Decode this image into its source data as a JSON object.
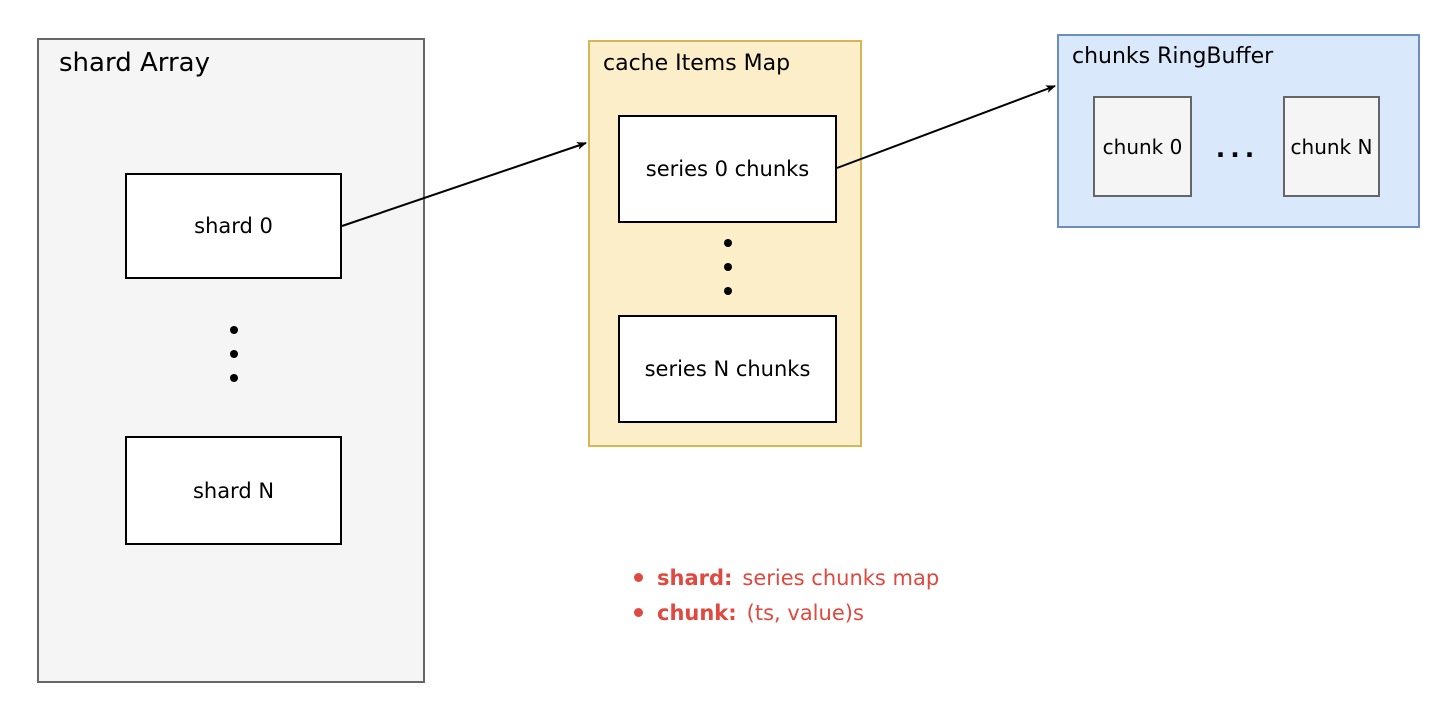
{
  "shard_array": {
    "title": "shard Array",
    "items": [
      "shard 0",
      "shard N"
    ]
  },
  "cache_items_map": {
    "title": "cache Items Map",
    "items": [
      "series 0 chunks",
      "series N chunks"
    ]
  },
  "chunks_ringbuffer": {
    "title": "chunks RingBuffer",
    "items": [
      "chunk 0",
      "chunk N"
    ],
    "ellipsis": "..."
  },
  "legend": [
    {
      "term": "shard:",
      "desc": "series chunks map"
    },
    {
      "term": "chunk:",
      "desc": "(ts, value)s"
    }
  ],
  "colors": {
    "shard_array_fill": "#F5F5F5",
    "shard_array_border": "#666666",
    "cache_map_fill": "#FBEEC8",
    "cache_map_border": "#D6B656",
    "ringbuffer_fill": "#DAE8FC",
    "ringbuffer_border": "#6C8EBF",
    "chunk_fill": "#F5F5F5",
    "chunk_border": "#666666",
    "node_fill": "#FFFFFF",
    "node_border": "#000000",
    "legend_text": "#E0493F",
    "arrow": "#000000"
  }
}
